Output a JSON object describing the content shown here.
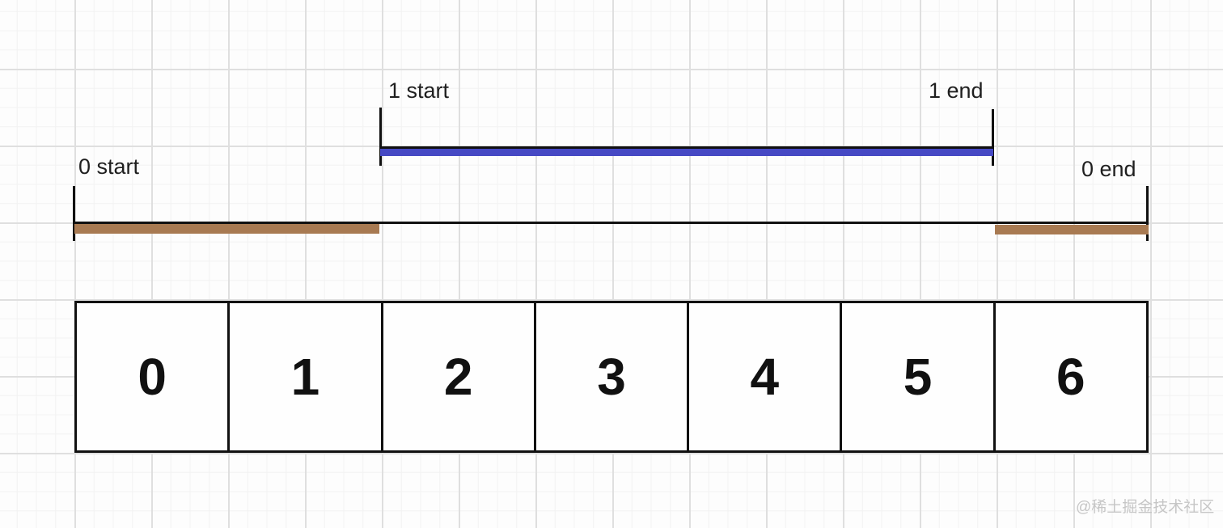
{
  "diagram": {
    "description_type": "array-interval-diagram",
    "intervals": {
      "one": {
        "start_label": "1 start",
        "end_label": "1 end"
      },
      "zero": {
        "start_label": "0 start",
        "end_label": "0 end"
      }
    },
    "array": {
      "cells": [
        "0",
        "1",
        "2",
        "3",
        "4",
        "5",
        "6"
      ]
    }
  },
  "watermark": {
    "text": "@稀土掘金技术社区"
  },
  "colors": {
    "interval1_highlight": "#4649c4",
    "interval0_highlight": "#a87a52",
    "line": "#111111",
    "label": "#1f1f1f",
    "grid_minor": "#f2f2f2",
    "grid_major": "#dfdfdf",
    "watermark": "#c6c6c6"
  }
}
